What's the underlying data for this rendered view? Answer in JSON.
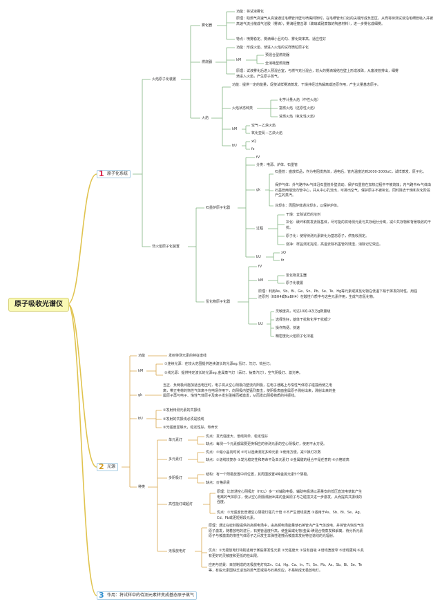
{
  "root": "原子吸收光谱仪",
  "branches": [
    {
      "num": "1",
      "label": "原子化系统"
    },
    {
      "num": "2",
      "label": "光源"
    },
    {
      "num": "3",
      "label": "作用：将试样中的待测元素转变成基态原子蒸气"
    }
  ],
  "nodes": {
    "flame_sys": "火焰原子化装置",
    "atomizer": "雾化器",
    "atomizer_func": "功能：将试液雾化",
    "atomizer_principle": "原理：助燃气高速气从高速通过毛细管外壁与喷嘴间隙时，在毛细管出口处的尖端形成负压区，从而将待测试液沿毛细管吸入并被高速气流分散成气溶胶（雾滴），雾滴经撞击球（玻璃或耐腐蚀的陶瓷材料），进一步雾化成细雾。",
    "atomizer_feature": "特点：喷雾稳定、雾滴细小且均匀、雾化效率高、适应性好",
    "burner": "燃烧器",
    "burner_func": "功能：形成火焰、使进入火焰的试样微粒原子化",
    "burner_km": "kM",
    "burner_pre": "预混合型燃烧器",
    "burner_full": "全消耗型燃烧器",
    "burner_principle": "原理：试液雾化后进入预混合室，与燃气充分混合，较大的雾滴凝结在壁上形成液珠，从废液管排出，细雾滴进入火焰，产生原子蒸气。",
    "flame": "火焰",
    "flame_func": "功能：提供一定的能量，促使试样雾滴蒸发、干燥并经过热解离或还原作用，产生大量基态原子。",
    "flame_state": "火焰状态种类",
    "flame_state_1": "化学计量火焰（中性火焰）",
    "flame_state_2": "富燃火焰（还原性火焰）",
    "flame_state_3": "贫燃火焰（氧化性火焰）",
    "flame_km": "kM",
    "flame_km_1": "空气－乙炔火焰",
    "flame_km_2": "氧化亚氮－乙炔火焰",
    "flame_bu": "bU",
    "flame_bu_1": "xQ",
    "flame_bu_2": "fz",
    "nonflame": "非火焰原子化装置",
    "graphite": "石墨炉原子化器",
    "graphite_fv": "fV",
    "graphite_cls": "分类：电源、炉体、石墨管",
    "graphite_gk": "gk",
    "graphite_tube": "石墨管：盛放样品，作为电阻发热体，通电后，管内温度达到2000-3000oC，试样蒸发、原子化。",
    "graphite_protect": "保护气体：外气路中Ar气体沿石墨管外壁流动，保护石墨管在加热过程中不被烧蚀；内气路中Ar气体由石墨管两端流向管中心，并从中心孔流出，可排出空气，保护原子不被氧化，同时除去干燥和灰化阶段产生的蒸汽。",
    "graphite_cool": "冷却水：周围炉体通冷却水，以保护炉体。",
    "graphite_proc": "过程",
    "graphite_proc_1": "干燥：去除试样的溶剂",
    "graphite_proc_2": "灰化：破坏和蒸发去除基体，尽可能的将待测元素与共存组分分离，减少共存物和背景吸收的干扰。",
    "graphite_proc_3": "原子化：使得待测元素转化为基态原子，供吸收测定。",
    "graphite_proc_4": "烧净：样品测定完成，高温去除石墨管的残渣，消除记忆效应。",
    "graphite_bu": "bU",
    "graphite_bu_1": "xQ",
    "graphite_bu_2": "fz",
    "hydride": "氢化物原子化器",
    "hydride_fv": "fV",
    "hydride_km": "kM",
    "hydride_km_1": "氢化物发生器",
    "hydride_km_2": "原子化装置",
    "hydride_principle": "原理：利用As、Sb、Bi、Ge、Sn、Pb、Se、Te、Hg等元素或其氢化物在低温下易于挥发的特性，用强还原剂（KBH4或NaBH4）在酸性介质中与这些元素作用，生成气态氢化物。",
    "hydride_bu": "bU",
    "hydride_bu_1": "灵敏度高，可达10的-9次方g数量级",
    "hydride_bu_2": "选择性好，基体干扰和化学干扰都少",
    "hydride_bu_3": "操作简便、快速",
    "hydride_bu_4": "精密度比火焰原子化法差",
    "src_func": "功能",
    "src_func_v": "发射待测元素的特征谱线",
    "src_km": "kM",
    "src_km_1": "①连续光源：在较大范围提供连续波长的光源eg.氢灯、氘灯、钨丝灯。",
    "src_km_2": "②线光源：提供特定波长的光源eg.金属蒸气灯（汞灯、钠蒸汽灯），空气阴极灯、激光等。",
    "src_gk": "gk",
    "src_gk_v": "当正、负两极间施加适当电压时，电子将从空心阴极内壁流向阳极，在电子通路上与惰性气体原子碰撞而使之电离，带正电荷的惰性气体离子在电场作用下，向阴极内壁猛烈轰击，使阴极表面金属原子溅射出来，溅射出来的金属原子再与电子、惰性气体原子及离子发生碰撞而被激发，从而发出阴极物质的共振线。",
    "src_bu": "bU",
    "src_bu_1": "①发射待测元素的共振线",
    "src_bu_2": "②发射的共振线必须是锐线",
    "src_bu_3": "③光强度足够大，稳定性好，寿命长",
    "src_types": "种类",
    "single": "单元素灯",
    "single_1": "优点：发光强度大、谱线简单、稳定性好",
    "single_2": "缺点：每测一个元素都需要更换相应的待测元素的空心阴极灯，使用不太方便。",
    "multi": "多元素灯",
    "multi_1": "优点：①缩小晶向时间 ②可以连续测定多种元素 ③使用方便，减少换灯次数",
    "multi_2": "缺点：①谱线较复杂 ②发光稳定性和寿命不及单元素灯 ③金属键的组合不是任意的 ④价格较高",
    "multi_mode": "多阴极灯",
    "multi_mode_1": "结构：有一个阳极放置中间位置，其周围放置4种金属元素5个阴极。",
    "multi_mode_2": "缺点：价格昂贵",
    "hi": "高性能灯或超灯",
    "hi_1": "原理：比普通空心阴极灯（HCL）多一对辅助电极，辅助电极通以恶量安的低压直流电使其产生电离的气体原子，使从空心阴极溅射出来的金属原子与之碰撞又进一步激发，从而提高共振线的强度。",
    "hi_2": "优点：①光强度比普通空心阴极灯强几十倍 ②不产生谱线变宽 ③适用于As、Sb、Bi、Se、Ag、Cd、Pb或更短频段元素。",
    "electrodeless": "无极放电灯",
    "ed_1": "原理：通过在密封腔提供的高频电场中，由高频电场能量使石英管内产生气体放电，并将管内惰性气体原子激发，随着放电的进行，石英管温度升高，使金属或化物/金属-碘混合物蒸发和解离，待分析元素原子与被激发的惰性气体原子之间发生非弹性碰撞而被激发发射特征谱线的光辐射。",
    "ed_2": "优点：①无极放电灯特别适用于某些挥发性元素 ②光强度大 ③没有自吸 ④谱线宽度窄 ⑤谱线更纯 ⑥具有更好的灵敏度和更低的检出限。",
    "ed_3": "应用与前景：目前制成的无极放电灯有Zn、Cd、Hg、Ca、In、Tl、Sn、Pb、As、Sb、Bi、Se、Te等，有些元素因缺乏适当的蒸气压或易与石英反应，不易制成无极放电灯。"
  }
}
